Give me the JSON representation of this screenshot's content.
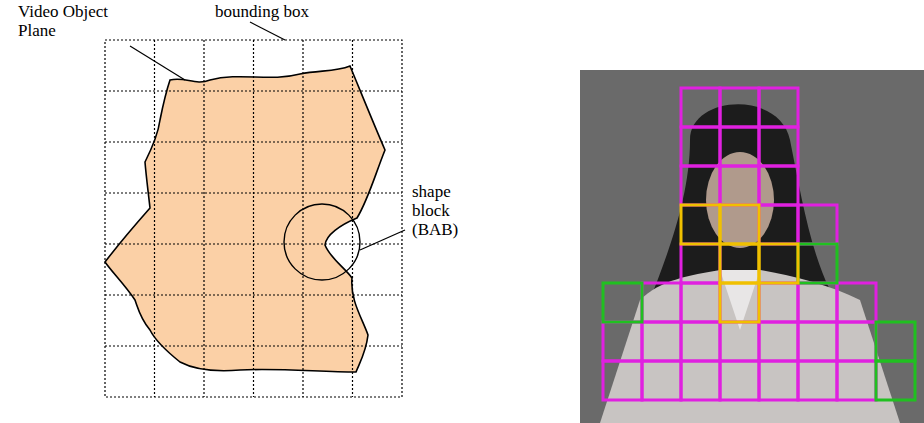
{
  "diagram": {
    "labels": [
      "Video Object Plane",
      "bounding box",
      "shape block (BAB)"
    ]
  }
}
